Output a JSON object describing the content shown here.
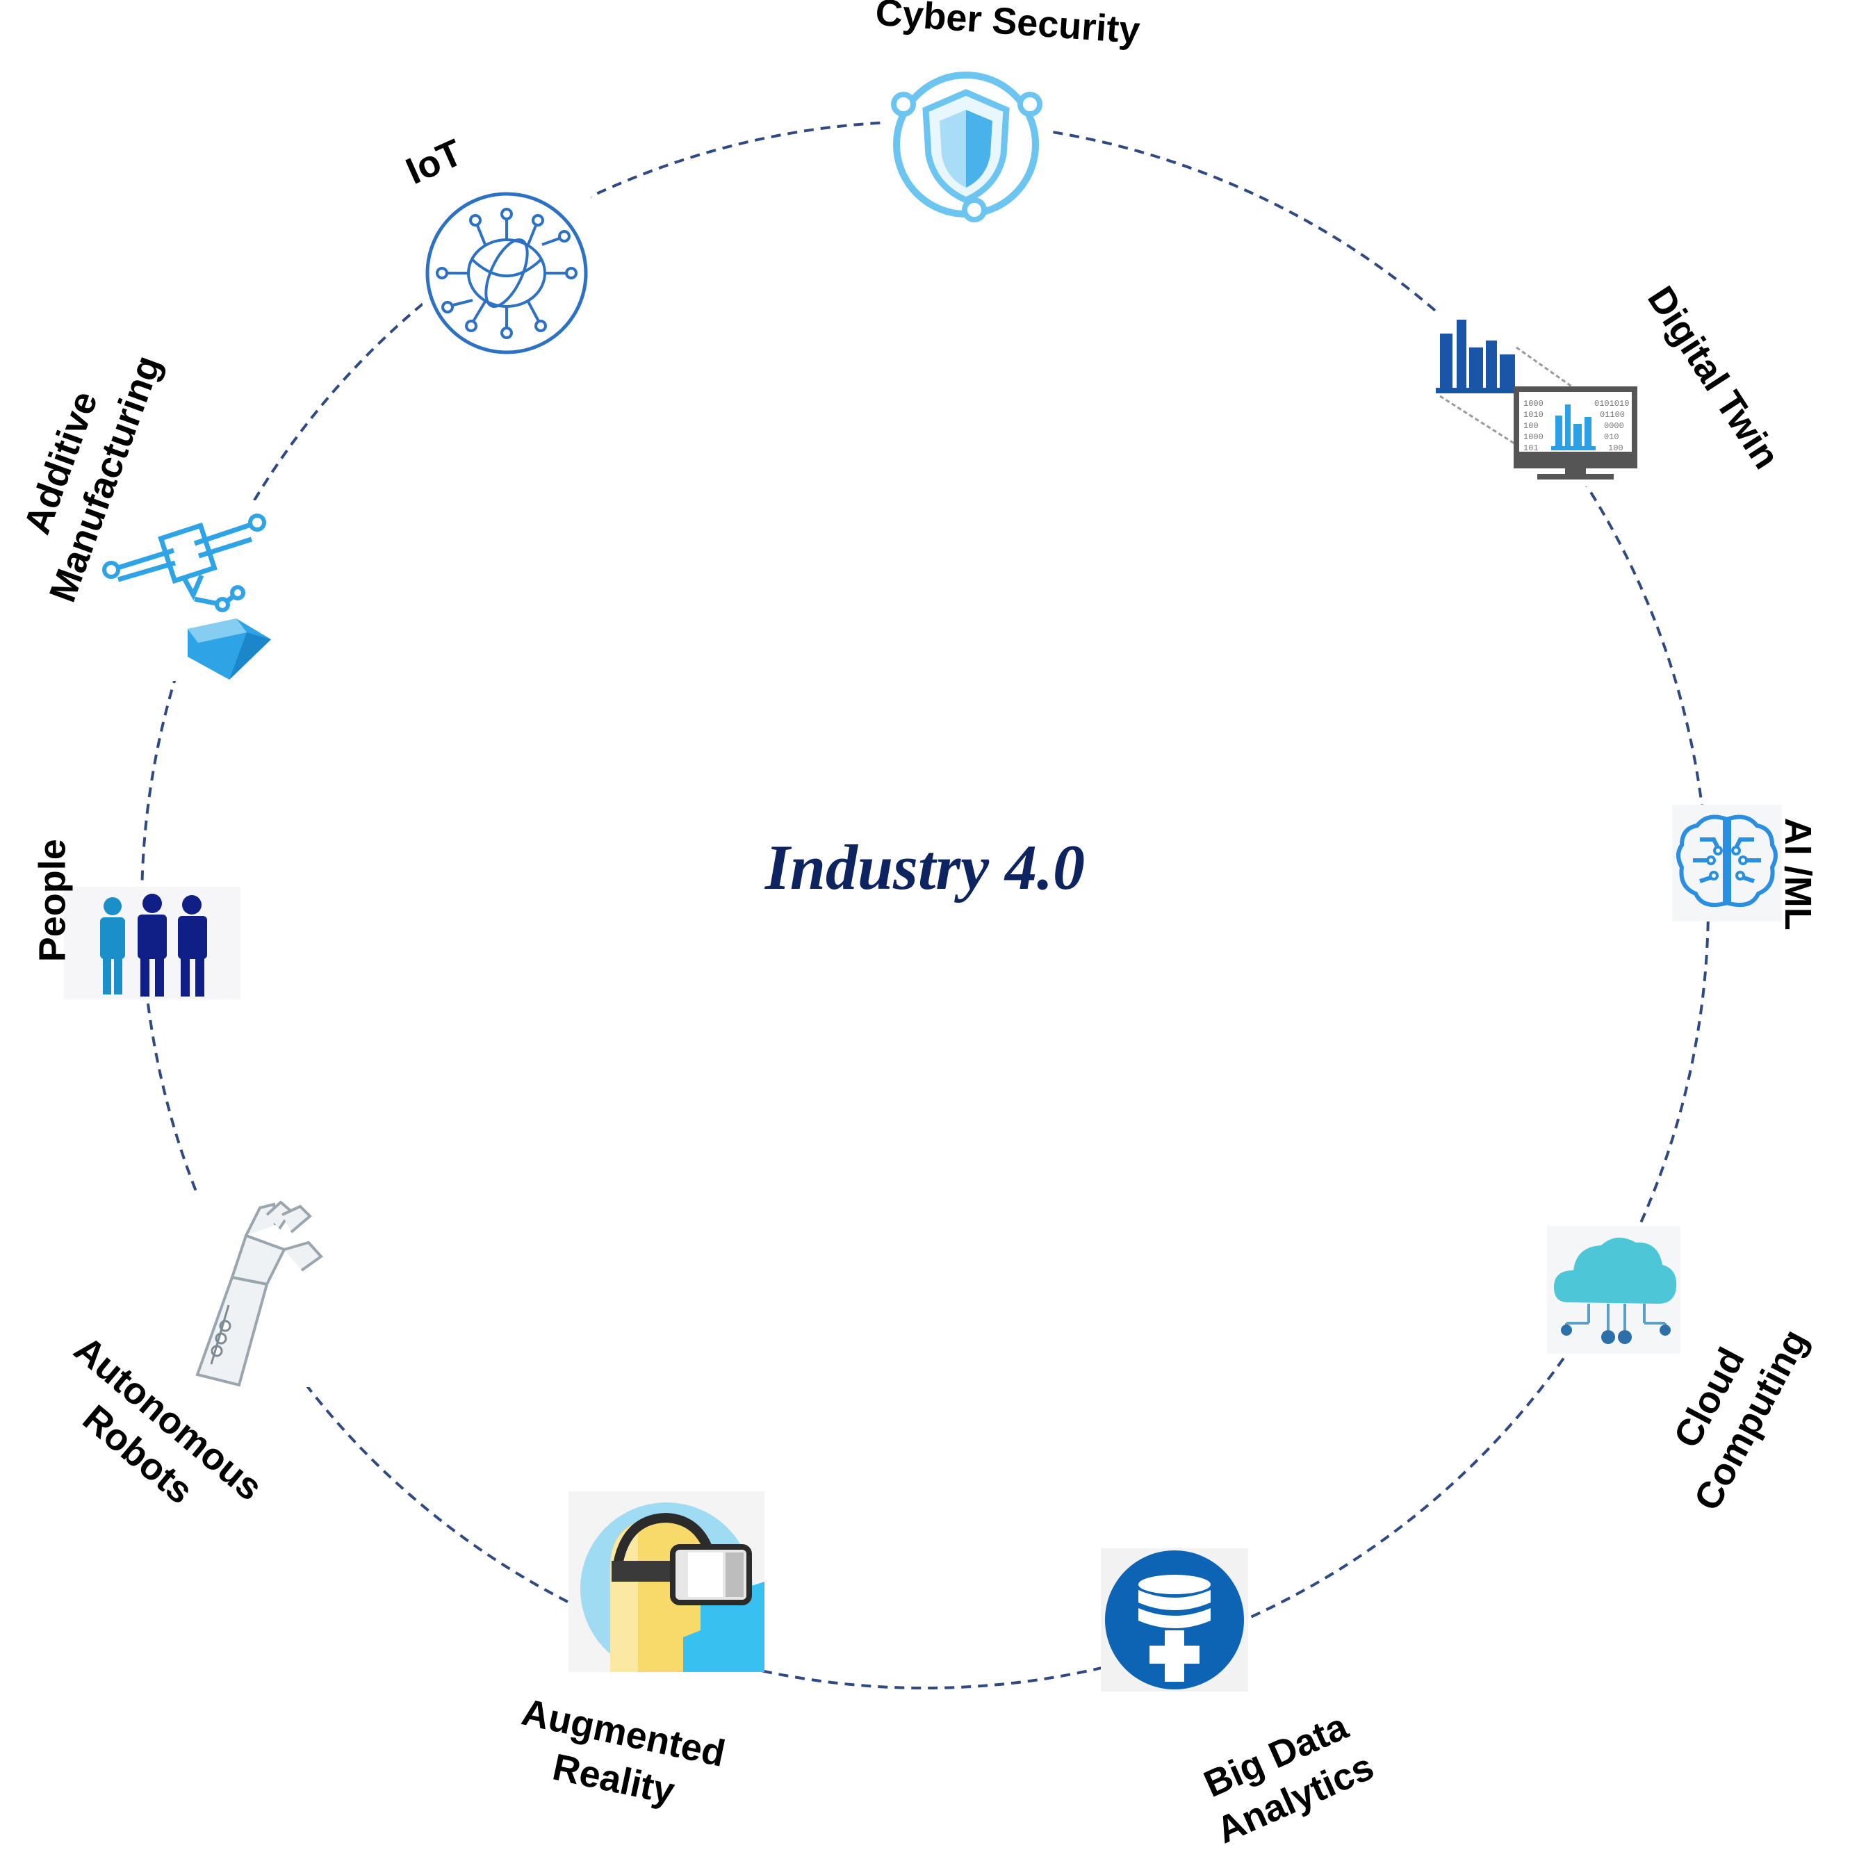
{
  "title": "Industry 4.0",
  "nodes": [
    {
      "id": "cyber-security",
      "label": [
        "Cyber Security"
      ],
      "icon": "shield-icon"
    },
    {
      "id": "iot",
      "label": [
        "IoT"
      ],
      "icon": "network-globe-icon"
    },
    {
      "id": "additive-manufacturing",
      "label": [
        "Additive",
        "Manufacturing"
      ],
      "icon": "3d-printer-icon"
    },
    {
      "id": "people",
      "label": [
        "People"
      ],
      "icon": "people-icon"
    },
    {
      "id": "autonomous-robots",
      "label": [
        "Autonomous",
        "Robots"
      ],
      "icon": "robot-arm-icon"
    },
    {
      "id": "augmented-reality",
      "label": [
        "Augmented",
        "Reality"
      ],
      "icon": "vr-headset-icon"
    },
    {
      "id": "big-data-analytics",
      "label": [
        "Big Data",
        "Analytics"
      ],
      "icon": "database-icon"
    },
    {
      "id": "cloud-computing",
      "label": [
        "Cloud",
        "Computing"
      ],
      "icon": "cloud-icon"
    },
    {
      "id": "ai-ml",
      "label": [
        "AI /ML"
      ],
      "icon": "brain-circuit-icon"
    },
    {
      "id": "digital-twin",
      "label": [
        "Digital Twin"
      ],
      "icon": "factory-monitor-icon"
    }
  ],
  "colors": {
    "ring": "#2f4a82",
    "title": "#0d2460",
    "icon_light": "#4fb3ea",
    "icon_mid": "#1f78c8",
    "icon_dark": "#0d2a7a"
  }
}
